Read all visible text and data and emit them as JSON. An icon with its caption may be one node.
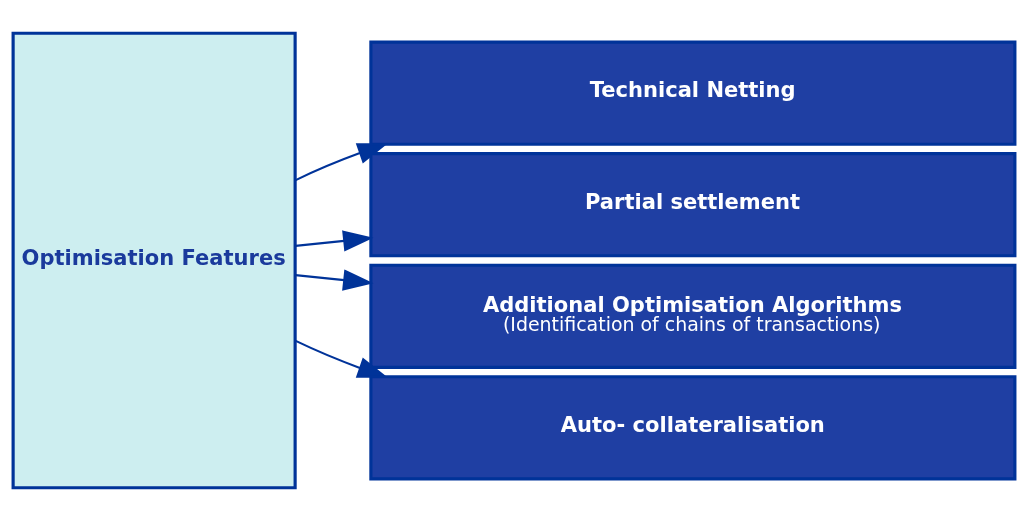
{
  "diagram": {
    "nodes": [
      {
        "text": [
          "Optimisation Features"
        ]
      },
      {
        "text": [
          "Technical Netting"
        ]
      },
      {
        "text": [
          "Partial settlement"
        ]
      },
      {
        "text": [
          "Additional Optimisation Algorithms",
          "(Identification of chains of transactions)"
        ]
      },
      {
        "text": [
          "Auto- collateralisation"
        ]
      }
    ],
    "edges": [
      {
        "from": 0,
        "to": 1,
        "arrow": "to"
      },
      {
        "from": 0,
        "to": 2,
        "arrow": "to"
      },
      {
        "from": 0,
        "to": 3,
        "arrow": "to"
      },
      {
        "from": 0,
        "to": 4,
        "arrow": "to"
      }
    ]
  }
}
